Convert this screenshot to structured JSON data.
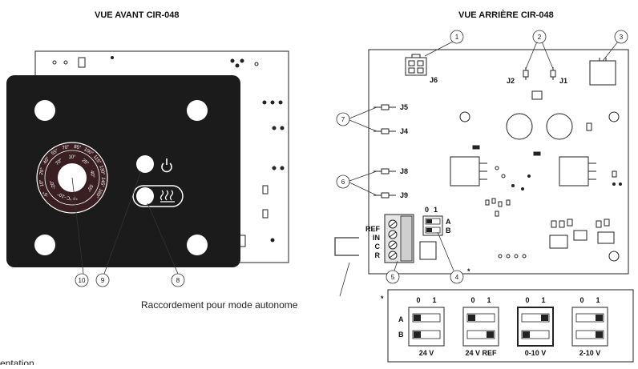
{
  "titles": {
    "front": "VUE AVANT CIR-048",
    "back": "VUE ARRIÈRE CIR-048"
  },
  "connectors": {
    "j6": "J6",
    "j2": "J2",
    "j1": "J1",
    "j5": "J5",
    "j4": "J4",
    "j8": "J8",
    "j9": "J9"
  },
  "terminal_labels": [
    "REF",
    "IN",
    "C",
    "R"
  ],
  "switch_header": {
    "zero": "0",
    "one": "1",
    "a": "A",
    "b": "B"
  },
  "callouts": [
    "1",
    "2",
    "3",
    "4",
    "5",
    "6",
    "7",
    "8",
    "9",
    "10"
  ],
  "asterisk": "*",
  "standalone_caption": "Raccordement pour mode autonome",
  "dial_ticks": [
    "85°",
    "100°",
    "115°",
    "130°",
    "145°",
    "160°",
    "70°",
    "55°",
    "40°",
    "25°",
    "10°",
    "-5°",
    "10°",
    "25°",
    "40°",
    "55°",
    "70°",
    "-20°",
    "-10°",
    "°C",
    "°F"
  ],
  "dip_configs": [
    {
      "label": "24 V",
      "a": 0,
      "b": 0
    },
    {
      "label": "24 V REF",
      "a": 0,
      "b": 1
    },
    {
      "label": "0-10 V",
      "a": 1,
      "b": 0
    },
    {
      "label": "2-10 V",
      "a": 1,
      "b": 1
    }
  ],
  "footer_partial": "entation"
}
